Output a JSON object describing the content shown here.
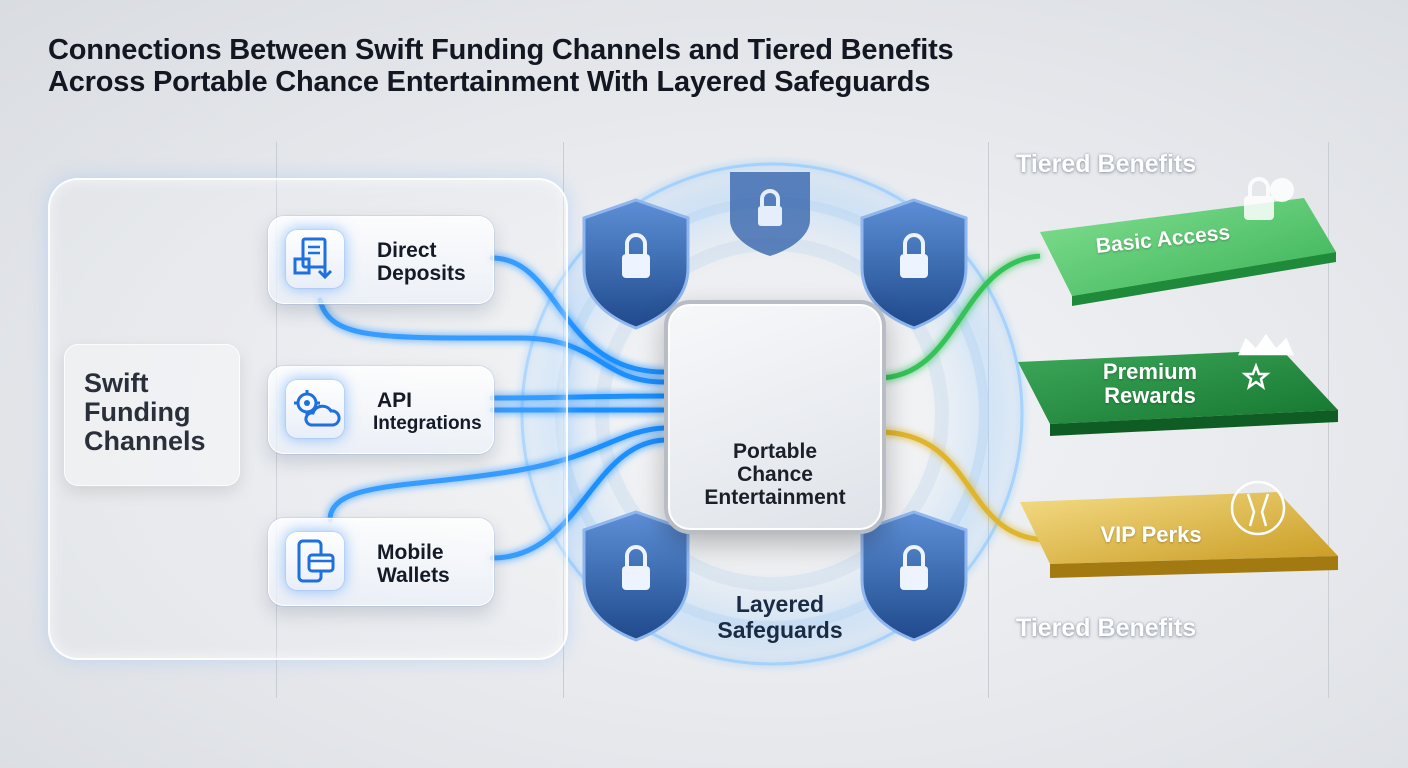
{
  "title": {
    "line1": "Connections Between Swift Funding Channels and Tiered Benefits",
    "line2": "Across Portable Chance Entertainment With Layered Safeguards"
  },
  "funding_group": {
    "label_lines": [
      "Swift",
      "Funding",
      "Channels"
    ],
    "channels": [
      {
        "lines": [
          "Direct",
          "Deposits"
        ],
        "icon": "document-deposit-icon"
      },
      {
        "lines": [
          "API",
          "Integrations"
        ],
        "icon": "gear-cloud-icon"
      },
      {
        "lines": [
          "Mobile",
          "Wallets"
        ],
        "icon": "phone-card-icon"
      }
    ]
  },
  "hub": {
    "label_lines": [
      "Portable",
      "Chance",
      "Entertainment"
    ],
    "icon": "dice-icon"
  },
  "safeguards": {
    "label_lines": [
      "Layered",
      "Safeguards"
    ],
    "icon": "shield-lock-icon"
  },
  "tiers": {
    "heading_top": "Tiered Benefits",
    "heading_bottom": "Tiered Benefits",
    "items": [
      {
        "lines": [
          "Basic Access"
        ],
        "color": "#3fbf5a",
        "icon": "lock-user-icon"
      },
      {
        "lines": [
          "Premium",
          "Rewards"
        ],
        "color": "#1f8f3c",
        "icon": "crown-star-icon"
      },
      {
        "lines": [
          "VIP Perks"
        ],
        "color": "#d9b43a",
        "icon": "champagne-icon"
      }
    ]
  },
  "colors": {
    "funding_line": "#1e8fff",
    "shield": "#2c5ea8",
    "tier_basic": "#3fbf5a",
    "tier_premium": "#1f8f3c",
    "tier_vip": "#d9b43a"
  }
}
